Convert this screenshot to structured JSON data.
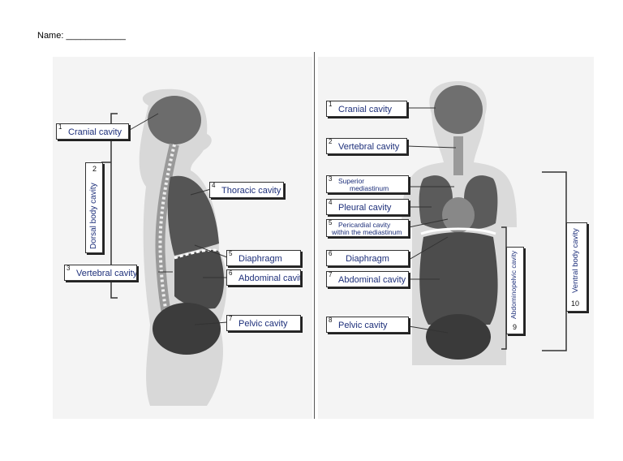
{
  "header": {
    "name_field": "Name: ____________"
  },
  "left": {
    "labels": [
      {
        "num": "1",
        "text": "Cranial cavity"
      },
      {
        "num": "4",
        "text": "Thoracic cavity"
      },
      {
        "num": "3",
        "text": "Vertebral cavity"
      },
      {
        "num": "5",
        "text": "Diaphragm"
      },
      {
        "num": "6",
        "text": "Abdominal cavity"
      },
      {
        "num": "7",
        "text": "Pelvic cavity"
      }
    ],
    "vertical": {
      "num": "2",
      "text": "Dorsal body cavity"
    }
  },
  "right": {
    "labels": [
      {
        "num": "1",
        "text": "Cranial cavity"
      },
      {
        "num": "2",
        "text": "Vertebral cavity"
      },
      {
        "num": "3",
        "text": "Superior mediastinum",
        "line1": "Superior",
        "line2": "mediastinum"
      },
      {
        "num": "4",
        "text": "Pleural cavity"
      },
      {
        "num": "5",
        "text": "Pericardial cavity within the mediastinum",
        "line1": "Pericardial cavity",
        "line2": "within the mediastinum"
      },
      {
        "num": "6",
        "text": "Diaphragm"
      },
      {
        "num": "7",
        "text": "Abdominal cavity"
      },
      {
        "num": "8",
        "text": "Pelvic cavity"
      }
    ],
    "vertical_abdominopelvic": {
      "num": "9",
      "text": "Abdominopelvic cavity"
    },
    "vertical_ventral": {
      "num": "10",
      "text": "Ventral body cavity"
    }
  }
}
